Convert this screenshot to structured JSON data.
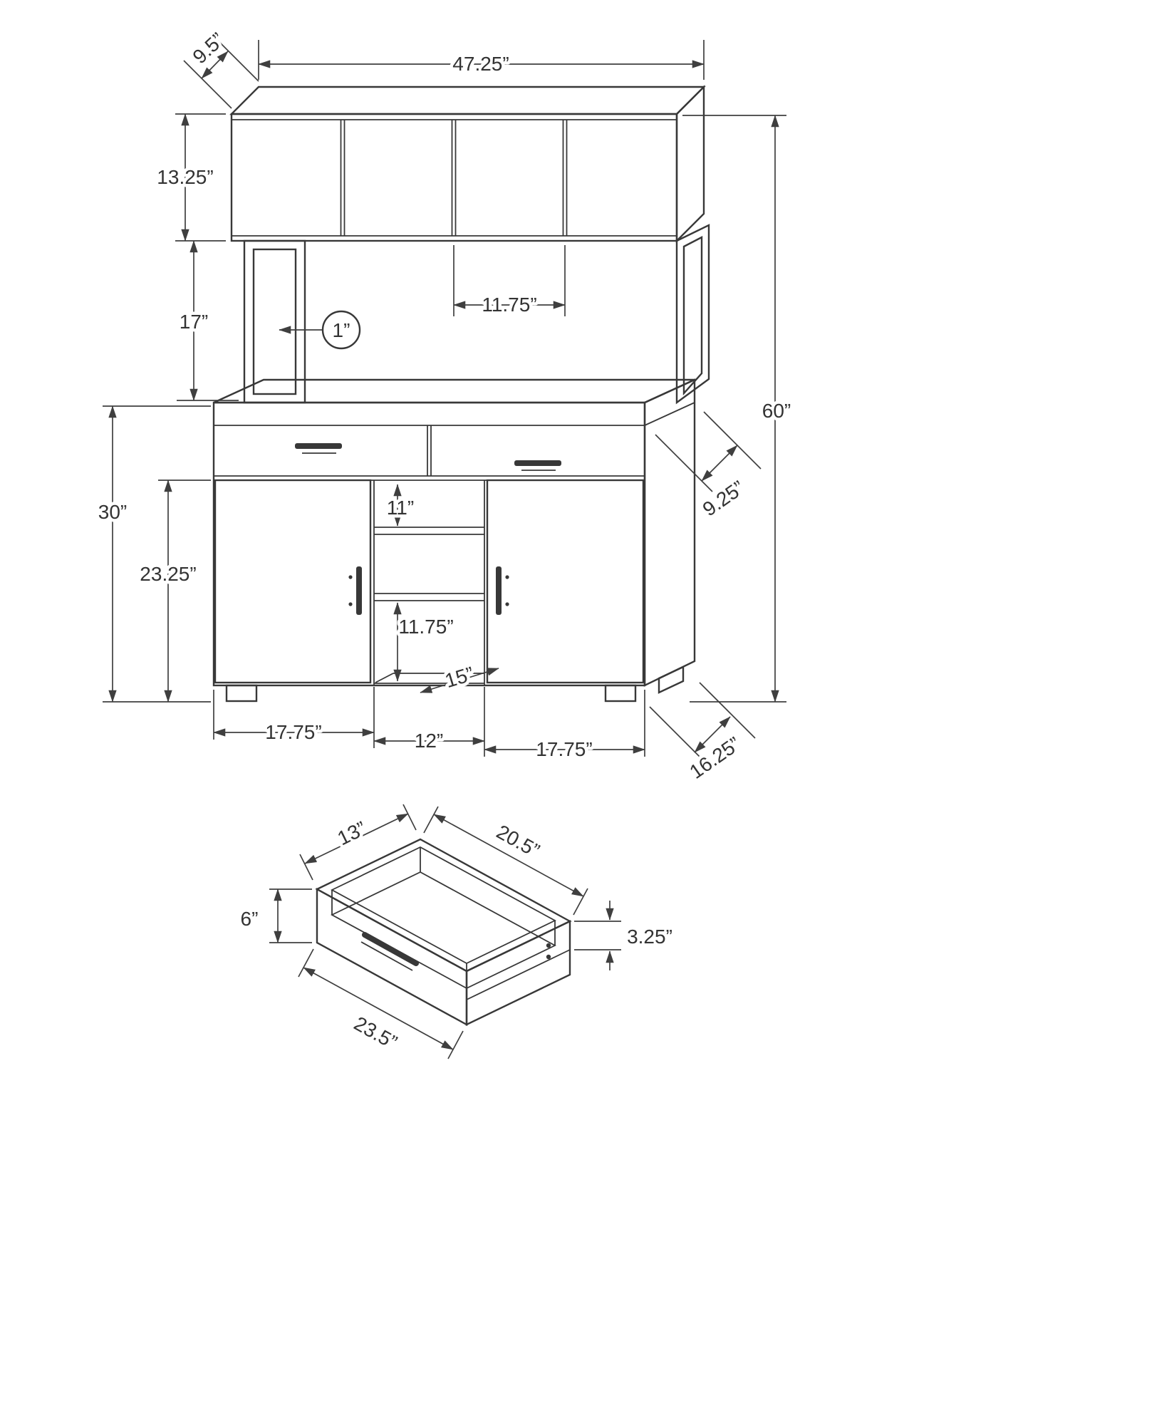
{
  "labels": {
    "hutch_depth": "9.5”",
    "hutch_width": "47.25”",
    "hutch_height": "13.25”",
    "hutch_open_height": "17”",
    "hutch_door_width": "11.75”",
    "frame_thickness": "1”",
    "overall_height": "60”",
    "base_height": "30”",
    "base_door_height": "23.25”",
    "upper_shelf_space": "11”",
    "lower_shelf_space": "11.75”",
    "cubby_depth": "15”",
    "base_top_depth": "9.25”",
    "left_door_width": "17.75”",
    "center_section_width": "12”",
    "right_door_width": "17.75”",
    "base_depth": "16.25”",
    "drawer_inner_width": "13”",
    "drawer_side_length": "20.5”",
    "drawer_front_height": "6”",
    "drawer_side_height": "3.25”",
    "drawer_front_width": "23.5”"
  }
}
